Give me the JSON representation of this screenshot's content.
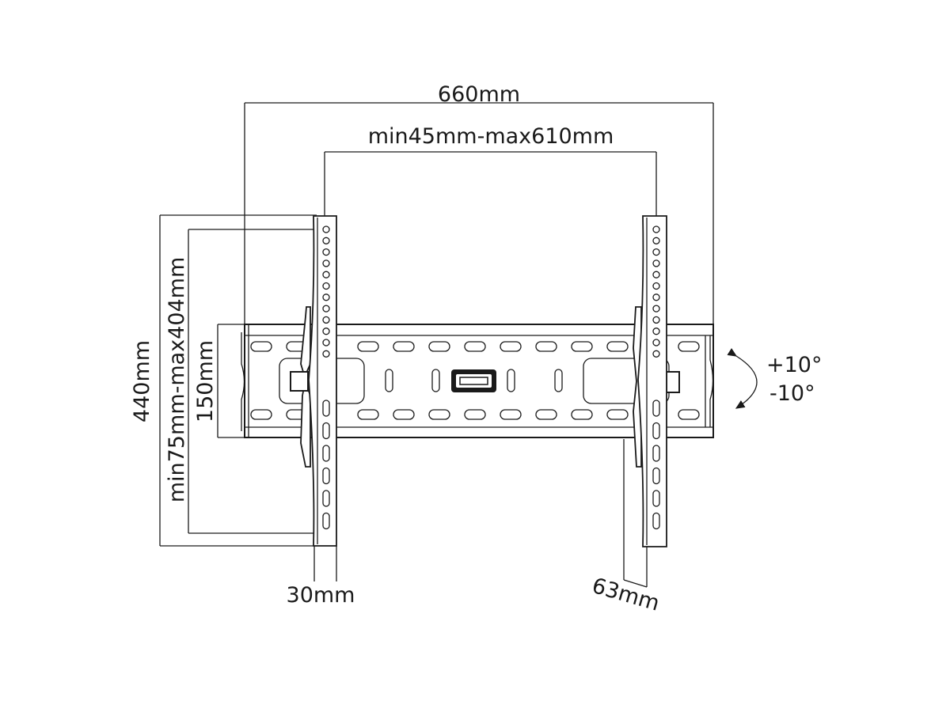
{
  "dimensions": {
    "overall_width": "660mm",
    "hole_spacing_horizontal": "min45mm-max610mm",
    "overall_height": "440mm",
    "hole_spacing_vertical": "min75mm-max404mm",
    "rail_height": "150mm",
    "bracket_width": "30mm",
    "wall_distance": "63mm"
  },
  "tilt": {
    "plus": "+10°",
    "minus": "-10°"
  },
  "colors": {
    "line": "#1a1a1a",
    "background": "#ffffff"
  }
}
